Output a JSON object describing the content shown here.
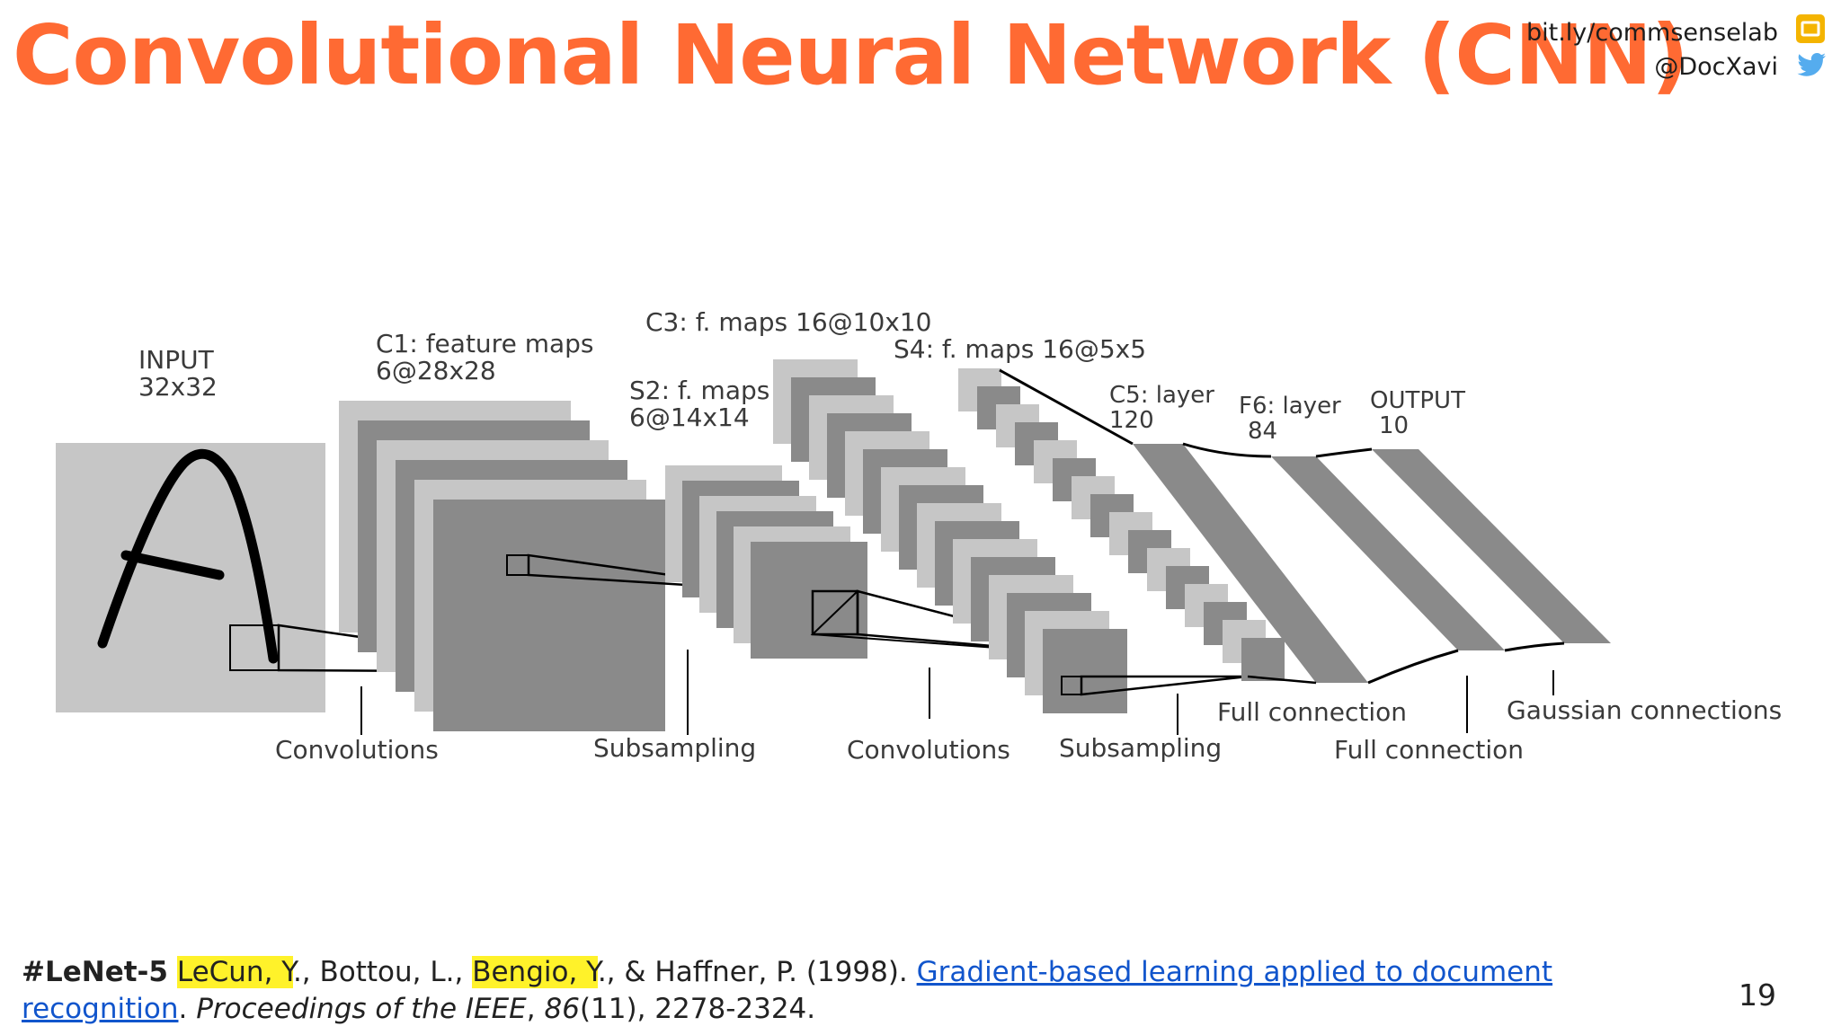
{
  "slide": {
    "title": "Convolutional Neural Network (CNN)",
    "handles": {
      "line1": "bit.ly/commsenselab",
      "line2": "@DocXavi"
    },
    "page_number": "19",
    "accent_color": "#ff6a33",
    "icons": [
      "google-slides-icon",
      "twitter-icon"
    ]
  },
  "diagram": {
    "input": {
      "name": "INPUT",
      "size": "32x32"
    },
    "c1": {
      "name": "C1: feature maps",
      "size": "6@28x28"
    },
    "s2": {
      "name": "S2: f. maps",
      "size": "6@14x14"
    },
    "c3": {
      "name": "C3: f. maps 16@10x10"
    },
    "s4": {
      "name": "S4: f. maps 16@5x5"
    },
    "c5": {
      "name": "C5: layer",
      "size": "120"
    },
    "f6": {
      "name": "F6: layer",
      "size": "84"
    },
    "output": {
      "name": "OUTPUT",
      "size": "10"
    },
    "operations": {
      "convolutions_1": "Convolutions",
      "subsampling_1": "Subsampling",
      "convolutions_2": "Convolutions",
      "subsampling_2": "Subsampling",
      "full_connection_1": "Full connection",
      "full_connection_2": "Full connection",
      "gaussian": "Gaussian connections"
    }
  },
  "citation": {
    "tag": "#LeNet-5",
    "author1": "LeCun, Y",
    "text1": "., Bottou, L., ",
    "author3": "Bengio, Y",
    "text2": "., & Haffner, P. (1998). ",
    "link": "Gradient-based learning applied to document recognition",
    "text3": ". ",
    "journal": "Proceedings of the IEEE",
    "text4": ", ",
    "volume": "86",
    "text5": "(11), 2278-2324."
  }
}
